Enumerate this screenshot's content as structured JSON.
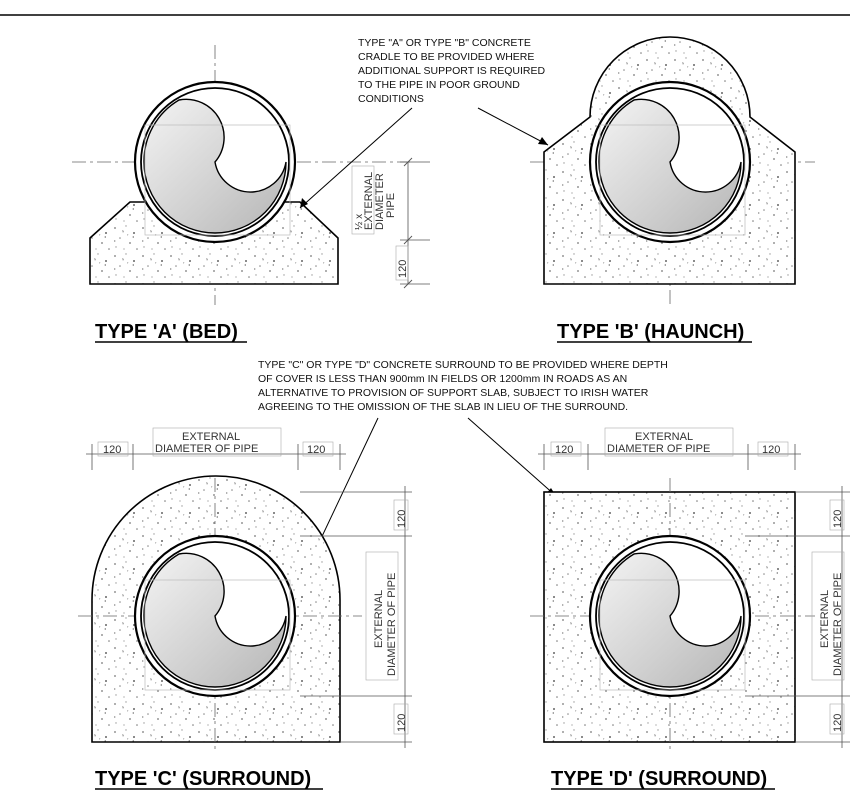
{
  "note_ab": [
    "TYPE \"A\" OR TYPE \"B\" CONCRETE",
    "CRADLE TO BE PROVIDED WHERE",
    "ADDITIONAL SUPPORT IS REQUIRED",
    "TO THE PIPE IN POOR GROUND",
    "CONDITIONS"
  ],
  "note_cd": [
    "TYPE \"C\" OR TYPE \"D\" CONCRETE SURROUND TO BE PROVIDED WHERE DEPTH",
    "OF COVER IS LESS THAN 900mm IN FIELDS OR 1200mm IN ROADS AS AN",
    "ALTERNATIVE TO PROVISION OF SUPPORT SLAB, SUBJECT TO IRISH WATER",
    "AGREEING TO THE OMISSION OF THE SLAB IN LIEU OF THE SURROUND."
  ],
  "titles": {
    "a": "TYPE 'A' (BED)",
    "b": "TYPE 'B' (HAUNCH)",
    "c": "TYPE 'C' (SURROUND)",
    "d": "TYPE 'D' (SURROUND)"
  },
  "dims": {
    "half_x": "½ x",
    "external": "EXTERNAL",
    "diameter": "DIAMETER",
    "pipe": "PIPE",
    "v120": "120",
    "h120": "120",
    "ext_line1": "EXTERNAL",
    "ext_line2": "DIAMETER OF PIPE"
  },
  "colors": {
    "line": "#000000",
    "dim": "#555555",
    "concrete_dot": "#888888"
  }
}
